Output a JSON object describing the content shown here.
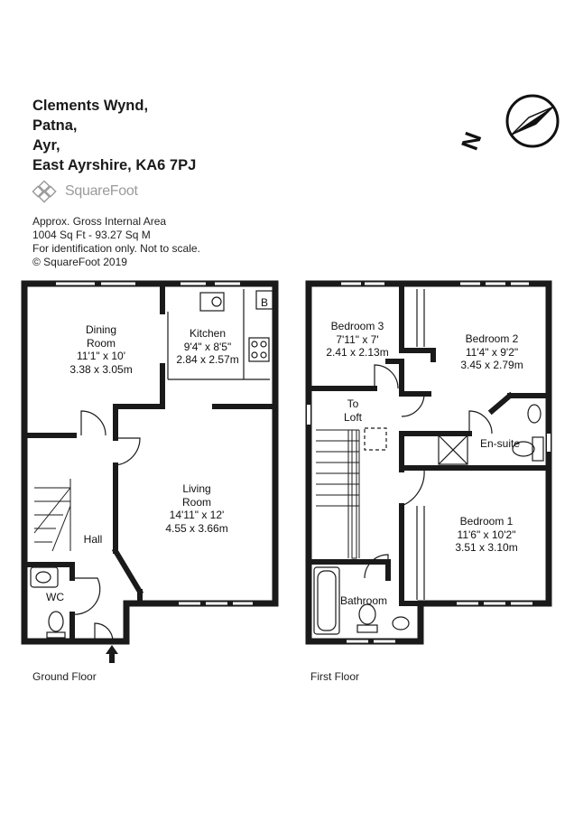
{
  "address": {
    "line1": "Clements Wynd,",
    "line2": "Patna,",
    "line3": "Ayr,",
    "line4": "East Ayrshire, KA6 7PJ"
  },
  "logo": {
    "text": "SquareFoot"
  },
  "info": {
    "line1": "Approx. Gross Internal Area",
    "line2": "1004 Sq Ft  -  93.27 Sq M",
    "line3": "For identification only. Not to scale.",
    "line4": "© SquareFoot 2019"
  },
  "compass": {
    "letter": "N"
  },
  "ground_floor": {
    "label": "Ground Floor",
    "dining": {
      "name1": "Dining",
      "name2": "Room",
      "imperial": "11'1\" x 10'",
      "metric": "3.38 x 3.05m"
    },
    "kitchen": {
      "name": "Kitchen",
      "imperial": "9'4\" x 8'5\"",
      "metric": "2.84 x 2.57m",
      "boiler": "B"
    },
    "living": {
      "name1": "Living",
      "name2": "Room",
      "imperial": "14'11\" x 12'",
      "metric": "4.55 x 3.66m"
    },
    "hall": {
      "name": "Hall"
    },
    "wc": {
      "name": "WC"
    }
  },
  "first_floor": {
    "label": "First Floor",
    "bedroom3": {
      "name": "Bedroom 3",
      "imperial": "7'11\" x 7'",
      "metric": "2.41 x 2.13m"
    },
    "bedroom2": {
      "name": "Bedroom 2",
      "imperial": "11'4\" x 9'2\"",
      "metric": "3.45 x 2.79m"
    },
    "bedroom1": {
      "name": "Bedroom 1",
      "imperial": "11'6\" x 10'2\"",
      "metric": "3.51 x 3.10m"
    },
    "loft": {
      "line1": "To",
      "line2": "Loft"
    },
    "ensuite": {
      "name": "En-suite"
    },
    "bathroom": {
      "name": "Bathroom"
    }
  }
}
